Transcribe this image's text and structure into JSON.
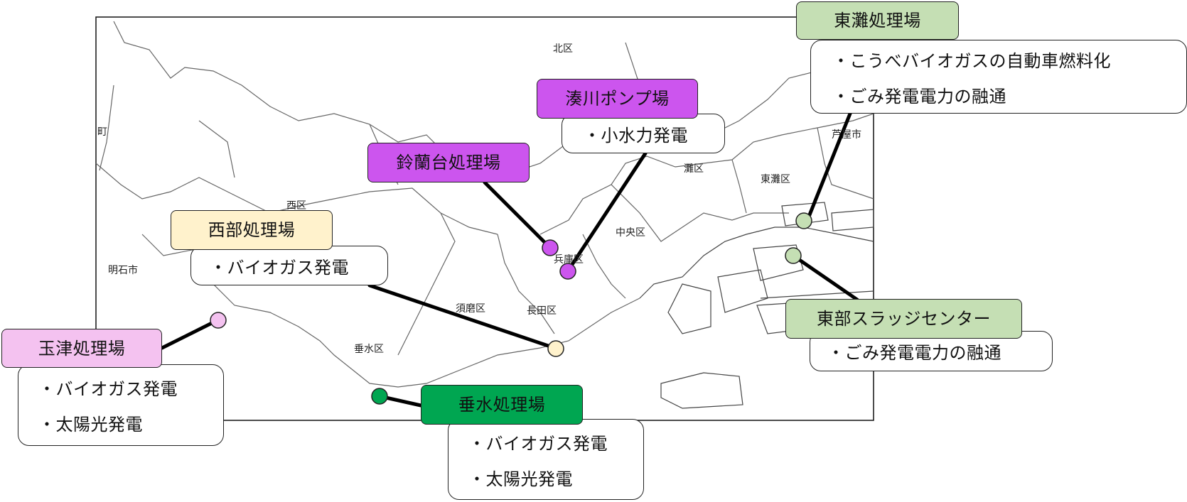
{
  "colors": {
    "purple": "#cc55ee",
    "light_purple": "#f4c2f0",
    "cream": "#fff2cc",
    "light_green": "#c5dfb4",
    "green": "#00a651",
    "line": "#000000",
    "boundary": "#555555"
  },
  "wards": {
    "kita": "北区",
    "nishi": "西区",
    "nada": "灘区",
    "higashinada": "東灘区",
    "chuo": "中央区",
    "hyogo": "兵庫区",
    "suma": "須磨区",
    "nagata": "長田区",
    "tarumi": "垂水区",
    "akashi": "明石市",
    "ashiya": "芦屋市",
    "cho": "町"
  },
  "facilities": {
    "higashinada": {
      "name": "東灘処理場",
      "items": [
        "・こうべバイオガスの自動車燃料化",
        "・ごみ発電電力の融通"
      ]
    },
    "minatogawa": {
      "name": "湊川ポンプ場",
      "items": [
        "・小水力発電"
      ]
    },
    "suzurandai": {
      "name": "鈴蘭台処理場",
      "items": []
    },
    "seibu": {
      "name": "西部処理場",
      "items": [
        "・バイオガス発電"
      ]
    },
    "tamatsu": {
      "name": "玉津処理場",
      "items": [
        "・バイオガス発電",
        "・太陽光発電"
      ]
    },
    "tarumi": {
      "name": "垂水処理場",
      "items": [
        "・バイオガス発電",
        "・太陽光発電"
      ]
    },
    "tobu": {
      "name": "東部スラッジセンター",
      "items": [
        "・ごみ発電電力の融通"
      ]
    }
  }
}
